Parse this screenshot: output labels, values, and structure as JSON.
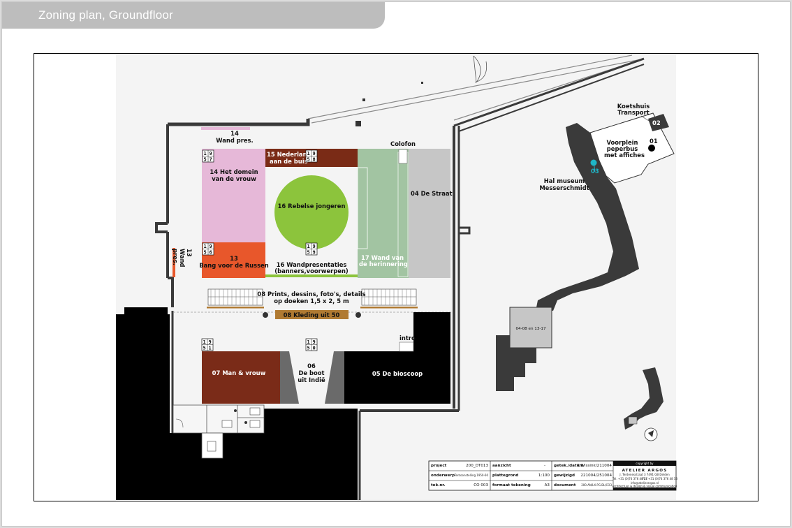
{
  "title": "Zoning plan, Groundfloor",
  "colors": {
    "pink": "#e6b8d8",
    "rust": "#7a2b16",
    "orange": "#e8572b",
    "green_circle": "#8cc43c",
    "sage": "#a2c4a2",
    "grey_zone": "#c6c6c6",
    "gold": "#b07a32",
    "brown": "#7a2b18",
    "black": "#000000",
    "dark_grey": "#3a3a3a",
    "cyan": "#1fb6c8"
  },
  "zones": {
    "z14_wand": [
      "14",
      "Wand pres."
    ],
    "z14_domein": [
      "14 Het domein",
      "van de vrouw"
    ],
    "z15": [
      "15 Nederland",
      "aan de buis"
    ],
    "z16_rebelse": "16 Rebelse jongeren",
    "z16_wand": [
      "16 Wandpresentaties",
      "(banners,voorwerpen)"
    ],
    "z17": [
      "17 Wand van",
      "de herinnering"
    ],
    "z04_straat": "04 De Straat",
    "colofon": "Colofon",
    "z13_bang": [
      "13",
      "Bang voor de Russen"
    ],
    "z13_wand": [
      "13",
      "Wand",
      "pres."
    ],
    "z08_prints": [
      "08 Prints, dessins, foto's, details",
      "op doeken 1,5 x 2, 5 m"
    ],
    "z08_kleding": "08 Kleding uit 50",
    "intro": "intro",
    "z07": "07 Man & vrouw",
    "z06": [
      "06",
      "De boot",
      "uit Indië"
    ],
    "z05": "05 De bioscoop"
  },
  "year_tags": {
    "t57": [
      "1",
      "9",
      "5",
      "7"
    ],
    "t58": [
      "1",
      "9",
      "5",
      "8"
    ],
    "t56": [
      "1",
      "9",
      "5",
      "6"
    ],
    "t59": [
      "1",
      "9",
      "5",
      "9"
    ],
    "t51": [
      "1",
      "9",
      "5",
      "1"
    ],
    "t50": [
      "1",
      "9",
      "5",
      "0"
    ]
  },
  "site": {
    "koetshuis": [
      "Koetshuis",
      "Transport"
    ],
    "n02": "02",
    "voorplein": [
      "Voorplein",
      "peperbus",
      "met affiches"
    ],
    "n01": "01",
    "n03": "03",
    "hal": [
      "Hal museum",
      "Messerschmidt"
    ],
    "range": "04-08 en 13-17"
  },
  "titleblock": {
    "project_label": "project",
    "project_value": "200_DT013",
    "onderwerp_label": "onderwerp",
    "onderwerp_value": "Tentoonstelling 1950-60",
    "teknr_label": "tek.nr.",
    "teknr_value": "CO 003",
    "aanzicht_label": "aanzicht",
    "aanzicht_value": "-",
    "plattegrond_label": "plattegrond",
    "plattegrond_value": "1:100",
    "formaat_label": "formaat tekening",
    "formaat_value": "A3",
    "getek_label": "getek./datum",
    "getek_value": "R.Wissink/211004",
    "gewijzigd_label": "gewijzigd",
    "gewijzigd_value": "221004/251004",
    "document_label": "document",
    "document_value": "200.AN/LX.PG.BL/CO3",
    "copyright": "copyright by",
    "firm": "ATELIER ARGOS",
    "firm_line1": "J. Terdenesstraat 3 7491 GB Delden",
    "firm_line2": "Tel. +31 (0)74 376 48 57",
    "firm_line3": "Fax +31 (0)74 376 48 58",
    "firm_line4": "info@atelierargos.nl",
    "firm_line5": "architectuur & design & visual communication"
  }
}
